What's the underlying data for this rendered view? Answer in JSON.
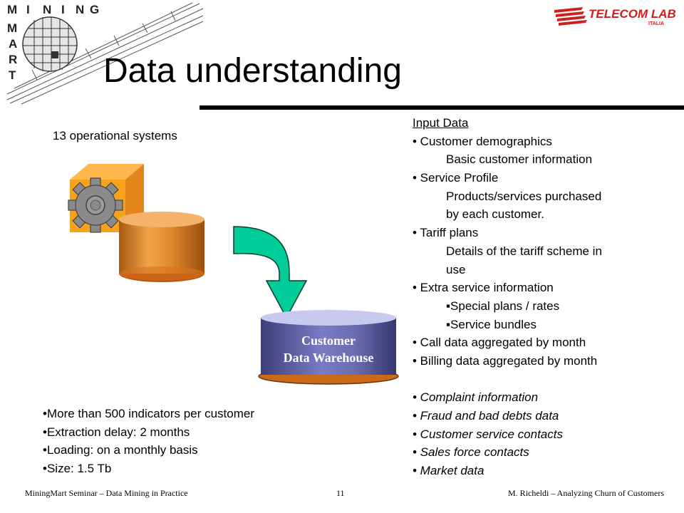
{
  "logo": {
    "letters_row": [
      "M",
      "I",
      "N",
      "I",
      "N",
      "G"
    ],
    "letters_col": [
      "M",
      "A",
      "R",
      "T"
    ]
  },
  "partner_logo": {
    "text": "TELECOM LAB",
    "subtext": "ITALIA",
    "color": "#cc1f1f"
  },
  "title": "Data understanding",
  "left": {
    "systems_label": "13 operational systems",
    "warehouse_line1": "Customer",
    "warehouse_line2": "Data Warehouse",
    "facts": [
      "•More than 500 indicators per customer",
      "•Extraction delay: 2 months",
      "•Loading: on a monthly basis",
      "•Size: 1.5 Tb"
    ]
  },
  "input": {
    "heading": "Input Data",
    "rows": [
      {
        "kind": "bullet",
        "text": "• Customer demographics"
      },
      {
        "kind": "sub",
        "text": "Basic customer information"
      },
      {
        "kind": "bullet",
        "text": "• Service Profile"
      },
      {
        "kind": "sub",
        "text": "Products/services purchased"
      },
      {
        "kind": "sub",
        "text": "by each customer."
      },
      {
        "kind": "bullet",
        "text": "• Tariff plans"
      },
      {
        "kind": "sub",
        "text": "Details of the tariff scheme in"
      },
      {
        "kind": "sub",
        "text": "use"
      },
      {
        "kind": "bullet",
        "text": "• Extra service information"
      },
      {
        "kind": "square",
        "text": "▪Special plans / rates"
      },
      {
        "kind": "square",
        "text": "▪Service bundles"
      },
      {
        "kind": "bullet",
        "text": "• Call data aggregated by month"
      },
      {
        "kind": "bullet",
        "text": "• Billing data aggregated by month"
      },
      {
        "kind": "gap",
        "text": ""
      },
      {
        "kind": "italic",
        "text": "• Complaint information"
      },
      {
        "kind": "italic",
        "text": "• Fraud and bad debts data"
      },
      {
        "kind": "italic",
        "text": "• Customer service contacts"
      },
      {
        "kind": "italic",
        "text": "• Sales force contacts"
      },
      {
        "kind": "italic",
        "text": "• Market data"
      }
    ]
  },
  "footer": {
    "left": "MiningMart Seminar – Data Mining in Practice",
    "page": "11",
    "right": "M. Richeldi – Analyzing Churn of Customers"
  },
  "colors": {
    "orange": "#f7a21c",
    "arrow_green": "#00cc99",
    "warehouse_blue": "#6a6cb0"
  }
}
